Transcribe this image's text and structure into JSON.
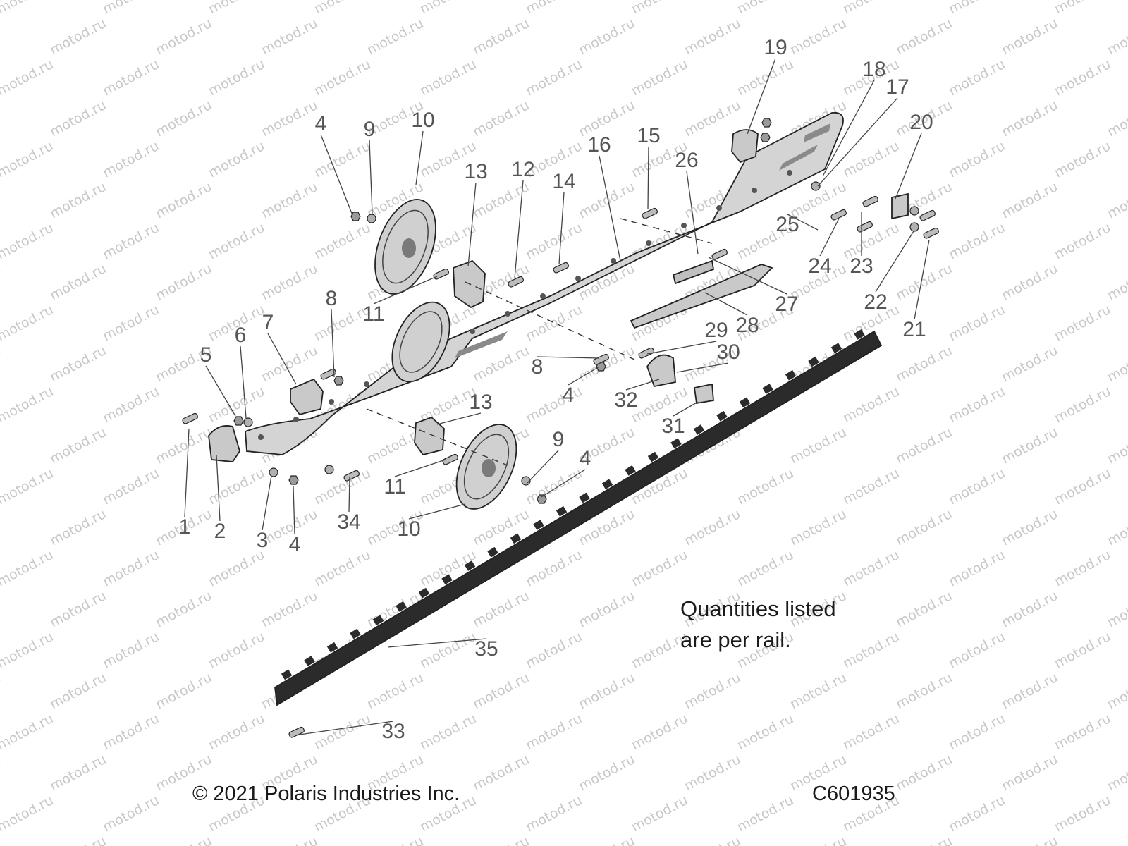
{
  "diagram": {
    "watermark_text": "motod.ru",
    "part_labels": [
      "1",
      "2",
      "3",
      "4",
      "5",
      "6",
      "7",
      "8",
      "9",
      "10",
      "11",
      "12",
      "13",
      "14",
      "15",
      "16",
      "17",
      "18",
      "19",
      "20",
      "21",
      "22",
      "23",
      "24",
      "25",
      "26",
      "27",
      "28",
      "29",
      "30",
      "31",
      "32",
      "33",
      "34",
      "35"
    ],
    "note_line1": "Quantities listed",
    "note_line2": "are per rail.",
    "copyright": "© 2021 Polaris Industries Inc.",
    "diagram_code": "C601935",
    "colors": {
      "rail_fill": "#d4d4d4",
      "part_fill": "#c9c9c9",
      "wear_strip_fill": "#2b2b2b",
      "label_color": "#555555",
      "watermark_color": "#c8c8c8"
    }
  }
}
